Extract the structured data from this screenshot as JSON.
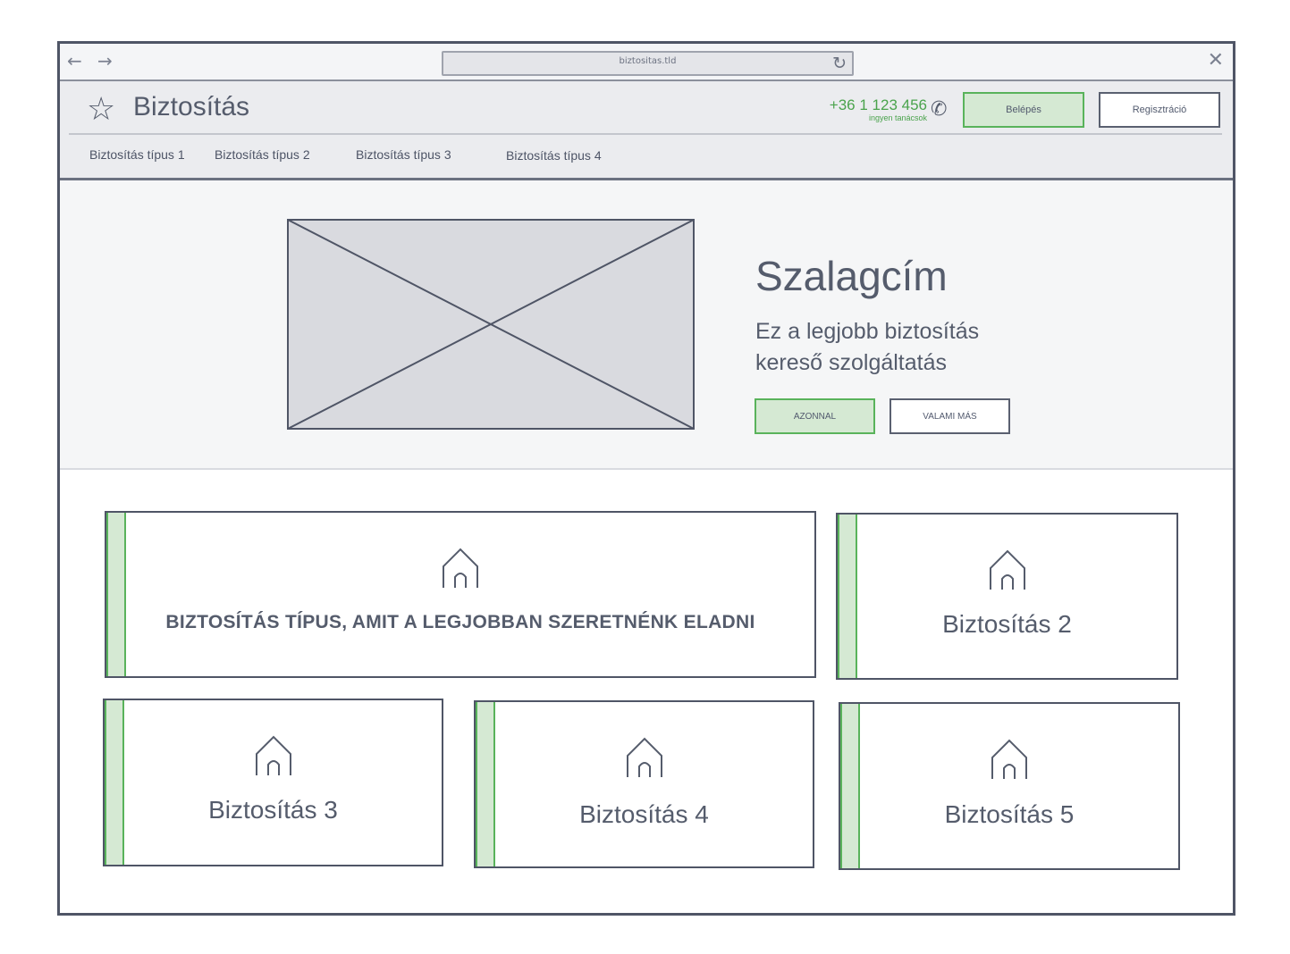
{
  "browser": {
    "url": "biztositas.tld",
    "back_icon": "←",
    "forward_icon": "→",
    "reload_icon": "↻",
    "close_icon": "✕"
  },
  "header": {
    "logo_icon": "☆",
    "logo_text": "Biztosítás",
    "phone_number": "+36 1 123 456",
    "phone_sub": "ingyen tanácsok",
    "phone_icon": "✆",
    "login_label": "Belépés",
    "register_label": "Regisztráció"
  },
  "nav": {
    "items": [
      "Biztosítás típus 1",
      "Biztosítás típus 2",
      "Biztosítás típus 3",
      "Biztosítás típus 4"
    ]
  },
  "hero": {
    "title": "Szalagcím",
    "subtitle": "Ez a legjobb biztosítás kereső szolgáltatás",
    "primary_button": "AZONNAL",
    "secondary_button": "VALAMI MÁS"
  },
  "cards": [
    {
      "label": "BIZTOSÍTÁS TÍPUS, AMIT A LEGJOBBAN SZERETNÉNK ELADNI"
    },
    {
      "label": "Biztosítás 2"
    },
    {
      "label": "Biztosítás 3"
    },
    {
      "label": "Biztosítás 4"
    },
    {
      "label": "Biztosítás 5"
    }
  ],
  "colors": {
    "accent_green": "#59b35b",
    "accent_green_fill": "#d5e9d3",
    "ink": "#4f5566"
  }
}
